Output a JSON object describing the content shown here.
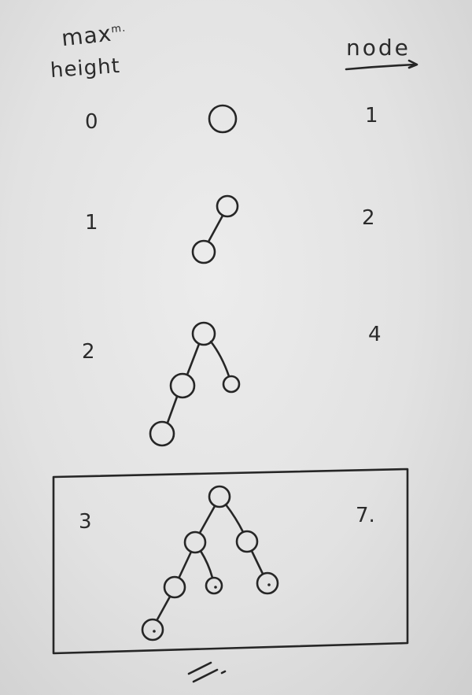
{
  "header": {
    "max_label": "max",
    "max_suffix": "m.",
    "height_label": "height",
    "node_label": "node"
  },
  "rows": [
    {
      "height": "0",
      "nodes": "1"
    },
    {
      "height": "1",
      "nodes": "2"
    },
    {
      "height": "2",
      "nodes": "4"
    },
    {
      "height": "3",
      "nodes": "7."
    }
  ],
  "highlight": {
    "boxed_row": 3
  },
  "colors": {
    "paper": "#e4e4e4",
    "ink": "#262626"
  }
}
